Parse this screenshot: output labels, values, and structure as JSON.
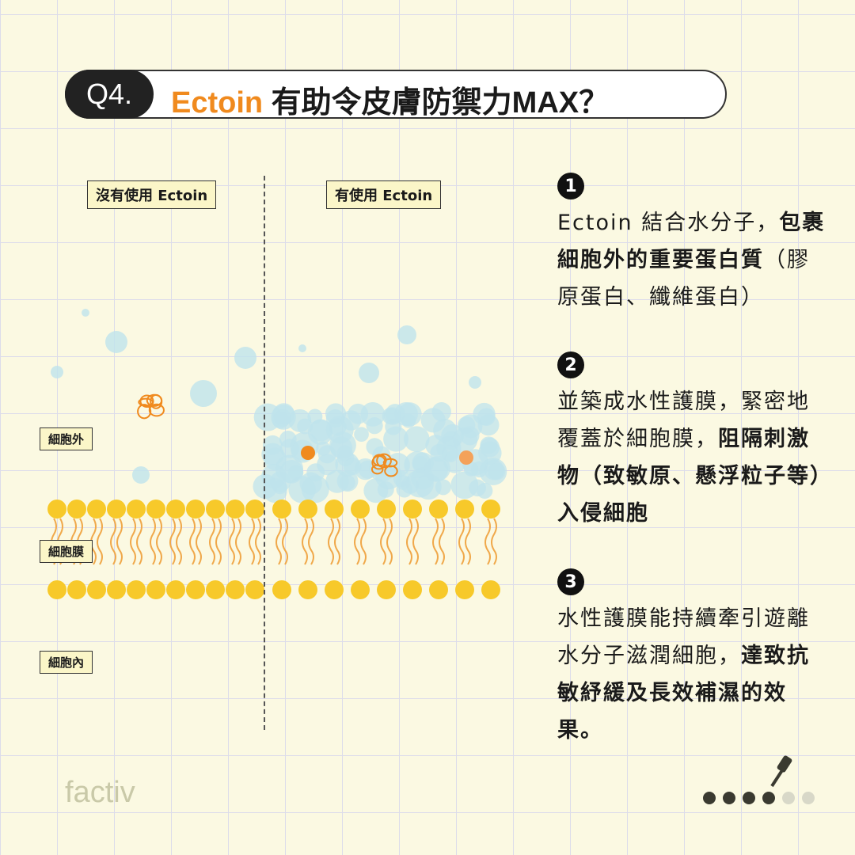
{
  "title": {
    "q": "Q4.",
    "highlight": "Ectoin",
    "rest": " 有助令皮膚防禦力MAX？"
  },
  "columns": {
    "left": "沒有使用 Ectoin",
    "right": "有使用 Ectoin"
  },
  "side_labels": {
    "outside": "細胞外",
    "membrane": "細胞膜",
    "inside": "細胞內"
  },
  "steps": [
    {
      "num": "1",
      "normal": "Ectoin 結合水分子，",
      "bold": "包裹細胞外的重要蛋白質",
      "after": "（膠原蛋白、纖維蛋白）"
    },
    {
      "num": "2",
      "normal": "並築成水性護膜，緊密地覆蓋於細胞膜，",
      "bold": "阻隔刺激物（致敏原、懸浮粒子等）入侵細胞",
      "after": ""
    },
    {
      "num": "3",
      "normal": "水性護膜能持續牽引遊離水分子滋潤細胞，",
      "bold": "達致抗敏紓緩及長效補濕的效果。",
      "after": ""
    }
  ],
  "logo": "factiv",
  "pagination": {
    "total": 6,
    "current": 4
  },
  "colors": {
    "accent": "#f08a1e",
    "lipid": "#f7c92a",
    "water": "#bfe3ec"
  }
}
